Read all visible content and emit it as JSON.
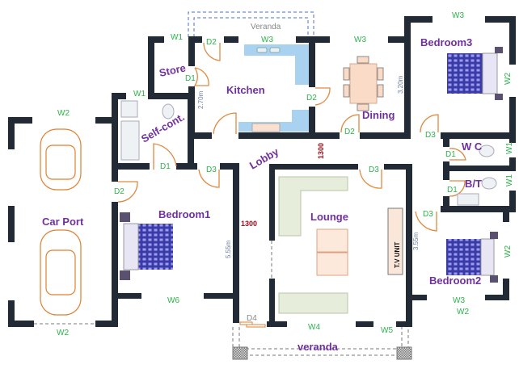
{
  "plan": {
    "rooms": {
      "store": "Store",
      "kitchen": "Kitchen",
      "dining": "Dining",
      "bedroom3": "Bedroom3",
      "self_cont": "Self-cont.",
      "lobby": "Lobby",
      "wc": "W C",
      "bt": "B/T",
      "lounge": "Lounge",
      "bedroom1": "Bedroom1",
      "bedroom2": "Bedroom2",
      "car_port": "Car Port",
      "veranda_top": "Veranda",
      "veranda_bottom": "veranda"
    },
    "windows": {
      "store_w1": "W1",
      "kitchen_w3": "W3",
      "dining_w3": "W3",
      "bed3_w3": "W3",
      "bed3_w2": "W2",
      "self_w1": "W1",
      "wc_w1": "W1",
      "bt_w1": "W1",
      "bed2_w2": "W2",
      "bed2_w3": "W3",
      "bed2_w2b": "W2",
      "lounge_w4": "W4",
      "lounge_w5": "W5",
      "bed1_w6": "W6",
      "car_w2_top": "W2",
      "car_w2_bottom": "W2"
    },
    "doors": {
      "kitchen_d2": "D2",
      "store_d1": "D1",
      "kd_d2": "D2",
      "dining_d2": "D2",
      "bed3_d3": "D3",
      "self_d1": "D1",
      "bed1_d3": "D3",
      "wc_d1": "D1",
      "bt_d1": "D1",
      "bed2_d3": "D3",
      "lounge_d3": "D3",
      "car_d2": "D2",
      "entry_d4": "D4"
    },
    "dimensions": {
      "kitchen": "2.70m",
      "dining": "3.20m",
      "bed2": "3.55m",
      "bed1": "5.55m",
      "lobby_v": "1300",
      "lobby_h": "1300"
    },
    "tv_unit": "T.V UNIT"
  }
}
